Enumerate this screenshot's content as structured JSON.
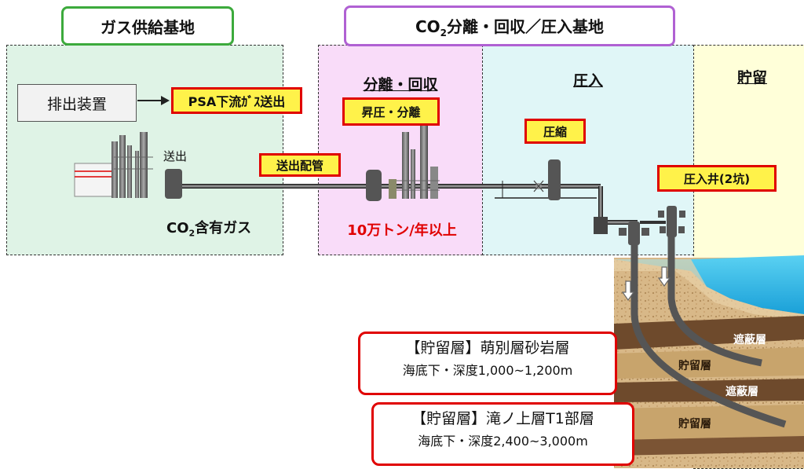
{
  "headers": {
    "gas_base": "ガス供給基地",
    "co2_base_pre": "CO",
    "co2_base_sub": "2",
    "co2_base_post": "分離・回収／圧入基地"
  },
  "zones": {
    "separation_title": "分離・回収",
    "injection_title": "圧入",
    "storage_title": "貯留"
  },
  "labels": {
    "exhaust_device": "排出装置",
    "psa_downstream": "PSA下流ｶﾞｽ送出",
    "pressurize_separate": "昇圧・分離",
    "delivery_pipe": "送出配管",
    "compression": "圧縮",
    "injection_well": "圧入井(2坑)",
    "send_out": "送出",
    "co2_gas_pre": "CO",
    "co2_gas_sub": "2",
    "co2_gas_post": "含有ガス",
    "capacity": "10万トン/年以上"
  },
  "layers": {
    "cap1": "遮蔽層",
    "res1": "貯留層",
    "cap2": "遮蔽層",
    "res2": "貯留層"
  },
  "reservoirs": {
    "r1_line1": "【貯留層】萌別層砂岩層",
    "r1_line2": "海底下・深度1,000~1,200m",
    "r2_line1": "【貯留層】滝ノ上層T1部層",
    "r2_line2": "海底下・深度2,400~3,000m"
  },
  "colors": {
    "gas_zone": "#dff3e6",
    "separation_zone": "#f9dcf9",
    "injection_zone": "#e0f6f7",
    "storage_zone": "#ffffd9",
    "label_fill": "#fff24a",
    "label_border": "#e00000",
    "gas_header_border": "#3caa3c",
    "co2_header_border": "#b061d3"
  }
}
